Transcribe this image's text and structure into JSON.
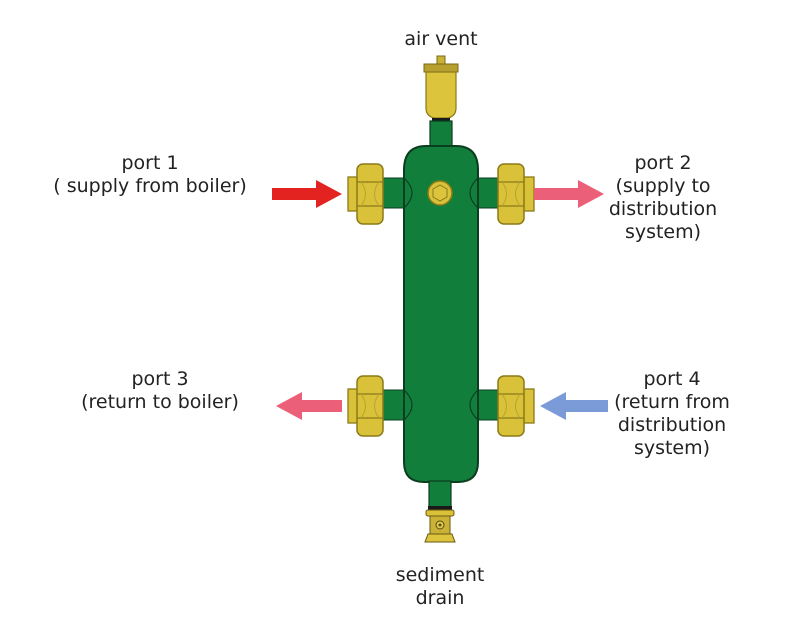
{
  "title": "Hydraulic separator port diagram",
  "labels": {
    "air_vent": "air vent",
    "sediment_drain": [
      "sediment",
      "drain"
    ],
    "port1": [
      "port 1",
      "( supply from boiler)"
    ],
    "port2": [
      "port 2",
      "(supply to",
      "distribution",
      "system)"
    ],
    "port3": [
      "port 3",
      "(return to boiler)"
    ],
    "port4": [
      "port 4",
      "(return from",
      "distribution",
      "system)"
    ]
  },
  "colors": {
    "vessel_green": "#117e3c",
    "vessel_outline": "#0b3d1f",
    "brass": "#d9c23a",
    "brass_outline": "#8a7a18",
    "arrow_supply_from_boiler": "#e2231f",
    "arrow_pink": "#ec5f79",
    "arrow_blue": "#7b9bd8"
  },
  "flows": [
    {
      "port": "port1",
      "direction": "into vessel",
      "color_key": "arrow_supply_from_boiler"
    },
    {
      "port": "port2",
      "direction": "out of vessel",
      "color_key": "arrow_pink"
    },
    {
      "port": "port3",
      "direction": "out of vessel",
      "color_key": "arrow_pink"
    },
    {
      "port": "port4",
      "direction": "into vessel",
      "color_key": "arrow_blue"
    }
  ]
}
